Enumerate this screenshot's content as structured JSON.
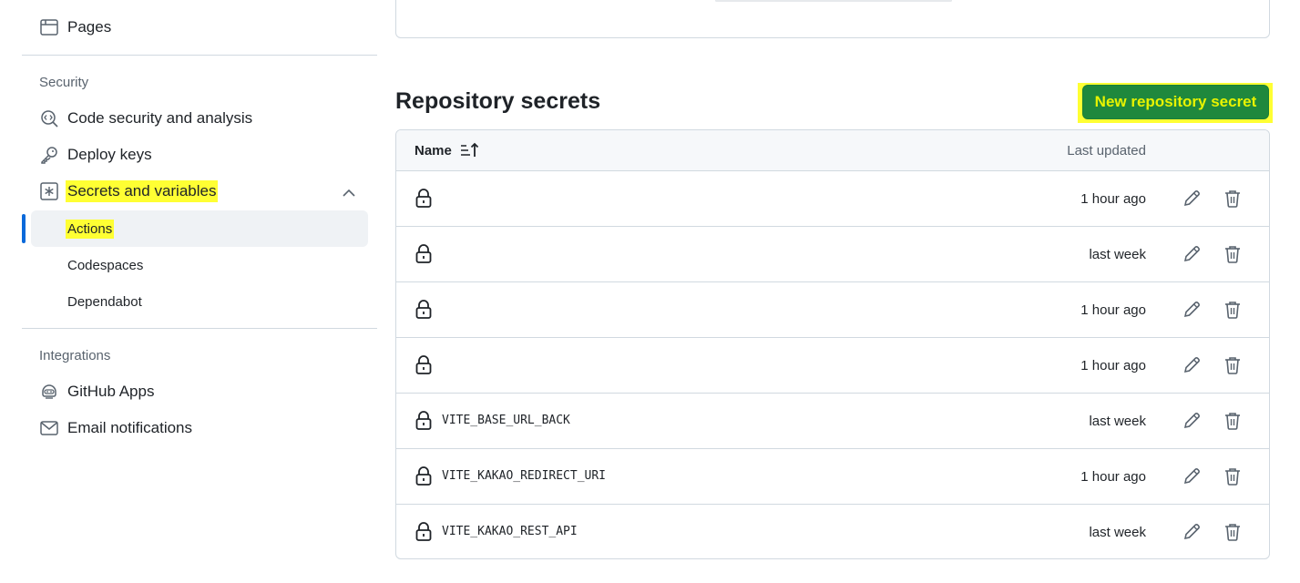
{
  "sidebar": {
    "pages_label": "Pages",
    "security_title": "Security",
    "code_security_label": "Code security and analysis",
    "deploy_keys_label": "Deploy keys",
    "secrets_label": "Secrets and variables",
    "actions_label": "Actions",
    "codespaces_label": "Codespaces",
    "dependabot_label": "Dependabot",
    "integrations_title": "Integrations",
    "github_apps_label": "GitHub Apps",
    "email_notifications_label": "Email notifications"
  },
  "main": {
    "heading": "Repository secrets",
    "new_secret_button": "New repository secret",
    "table": {
      "col_name": "Name",
      "col_updated": "Last updated",
      "rows": [
        {
          "name": "",
          "updated": "1 hour ago"
        },
        {
          "name": "",
          "updated": "last week"
        },
        {
          "name": "",
          "updated": "1 hour ago"
        },
        {
          "name": "",
          "updated": "1 hour ago"
        },
        {
          "name": "VITE_BASE_URL_BACK",
          "updated": "last week"
        },
        {
          "name": "VITE_KAKAO_REDIRECT_URI",
          "updated": "1 hour ago"
        },
        {
          "name": "VITE_KAKAO_REST_API",
          "updated": "last week"
        }
      ]
    }
  },
  "colors": {
    "accent_green": "#1f883d",
    "highlight_yellow": "#ffff33",
    "active_blue": "#0969da"
  },
  "icons": [
    "browser-icon",
    "codescan-icon",
    "key-icon",
    "asterisk-box-icon",
    "chevron-up-icon",
    "hubot-icon",
    "mail-icon",
    "sort-asc-icon",
    "lock-icon",
    "pencil-icon",
    "trash-icon"
  ]
}
